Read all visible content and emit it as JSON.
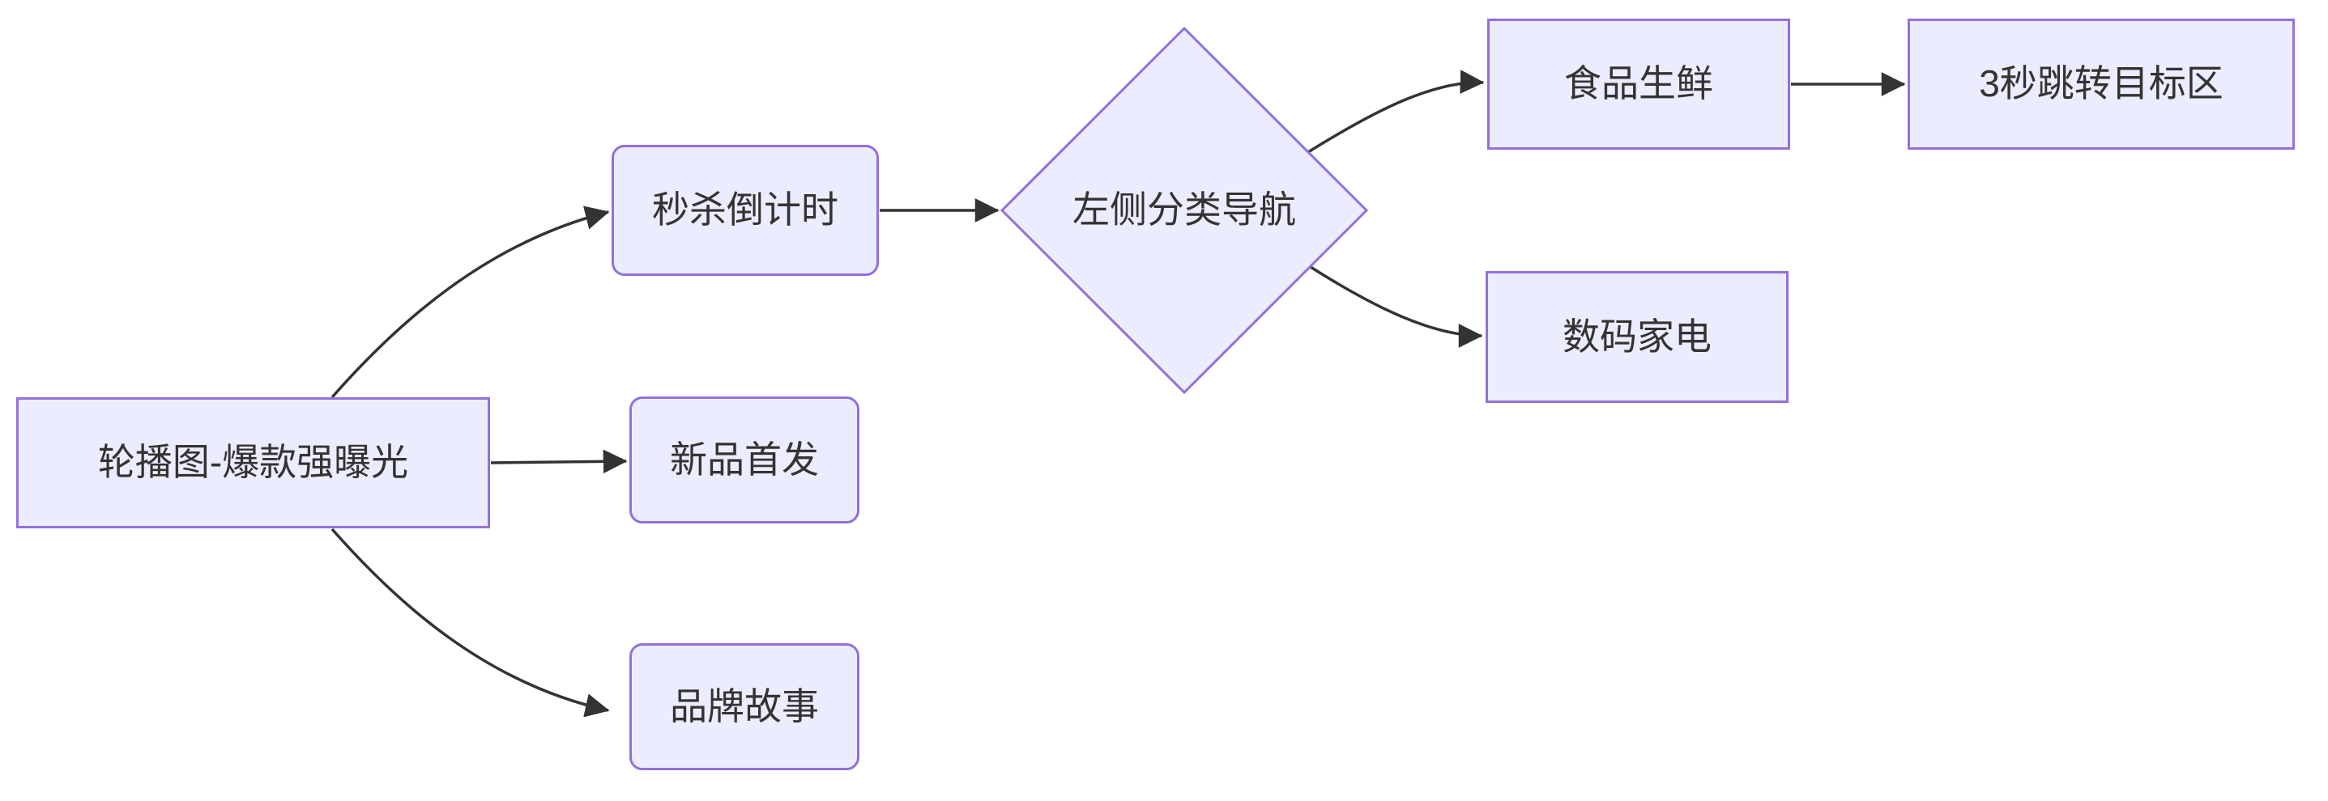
{
  "diagram": {
    "kind": "flowchart",
    "direction": "left-to-right",
    "colors": {
      "background": "#FFFFFF",
      "node_fill": "#ECECFF",
      "node_border": "#9370DB",
      "edge_line": "#333333",
      "text": "#333333"
    }
  },
  "nodes": {
    "carousel": {
      "label": "轮播图-爆款强曝光",
      "shape": "rect"
    },
    "flash_sale": {
      "label": "秒杀倒计时",
      "shape": "rounded"
    },
    "new_product": {
      "label": "新品首发",
      "shape": "rounded"
    },
    "brand_story": {
      "label": "品牌故事",
      "shape": "rounded"
    },
    "category_nav": {
      "label": "左侧分类导航",
      "shape": "diamond"
    },
    "food_fresh": {
      "label": "食品生鲜",
      "shape": "rect"
    },
    "digital_appliance": {
      "label": "数码家电",
      "shape": "rect"
    },
    "jump_target": {
      "label": "3秒跳转目标区",
      "shape": "rect"
    }
  },
  "edges": [
    {
      "from": "轮播图-爆款强曝光",
      "to": "秒杀倒计时"
    },
    {
      "from": "轮播图-爆款强曝光",
      "to": "新品首发"
    },
    {
      "from": "轮播图-爆款强曝光",
      "to": "品牌故事"
    },
    {
      "from": "秒杀倒计时",
      "to": "左侧分类导航"
    },
    {
      "from": "左侧分类导航",
      "to": "食品生鲜"
    },
    {
      "from": "左侧分类导航",
      "to": "数码家电"
    },
    {
      "from": "食品生鲜",
      "to": "3秒跳转目标区"
    }
  ]
}
